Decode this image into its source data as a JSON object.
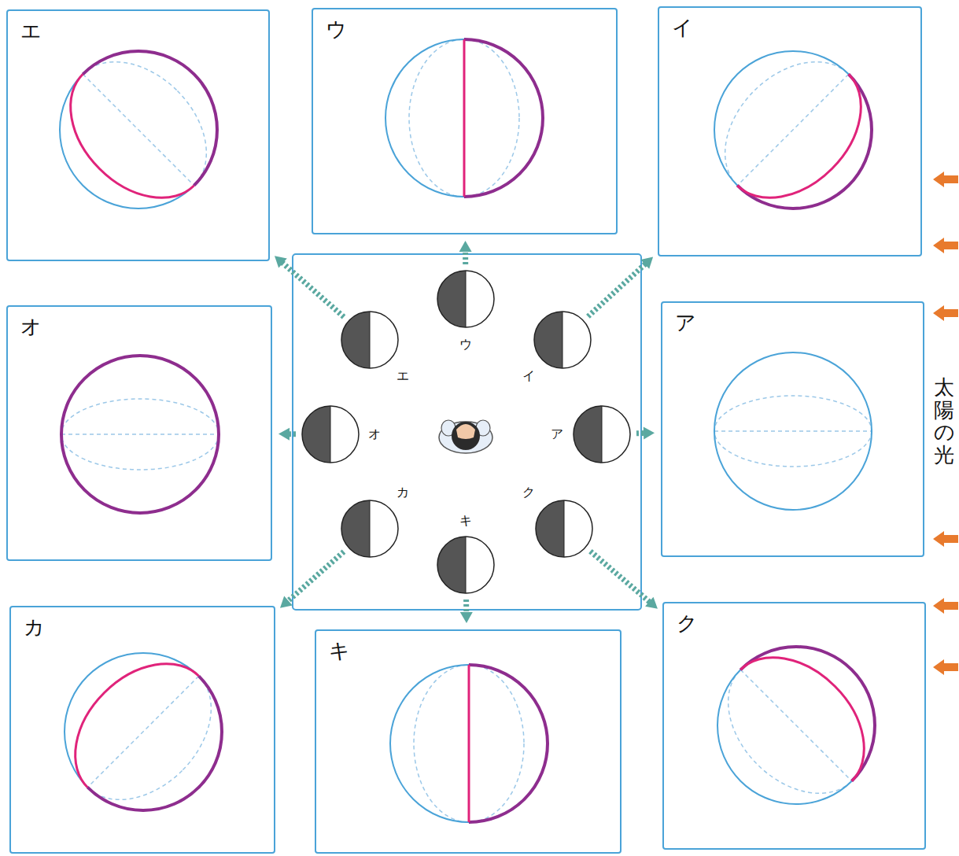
{
  "diagram": {
    "nodes": [
      {
        "text": [
          "エ"
        ]
      },
      {
        "text": [
          "ウ"
        ]
      },
      {
        "text": [
          "イ"
        ]
      },
      {
        "text": [
          "オ"
        ]
      },
      {
        "text": [
          "ア"
        ]
      },
      {
        "text": [
          "カ"
        ]
      },
      {
        "text": [
          "キ"
        ]
      },
      {
        "text": [
          "ク"
        ]
      },
      {
        "text": [
          "ウ"
        ]
      },
      {
        "text": [
          "エ"
        ]
      },
      {
        "text": [
          "イ"
        ]
      },
      {
        "text": [
          "オ"
        ]
      },
      {
        "text": [
          "ア"
        ]
      },
      {
        "text": [
          "カ"
        ]
      },
      {
        "text": [
          "キ"
        ]
      },
      {
        "text": [
          "ク"
        ]
      }
    ],
    "edges": [
      {
        "from": 8,
        "to": 1,
        "arrow": "to"
      },
      {
        "from": 9,
        "to": 0,
        "arrow": "to"
      },
      {
        "from": 10,
        "to": 2,
        "arrow": "to"
      },
      {
        "from": 11,
        "to": 3,
        "arrow": "to"
      },
      {
        "from": 12,
        "to": 4,
        "arrow": "to"
      },
      {
        "from": 13,
        "to": 5,
        "arrow": "to"
      },
      {
        "from": 14,
        "to": 6,
        "arrow": "to"
      },
      {
        "from": 15,
        "to": 7,
        "arrow": "to"
      }
    ],
    "labels": [
      "太陽の光"
    ]
  }
}
